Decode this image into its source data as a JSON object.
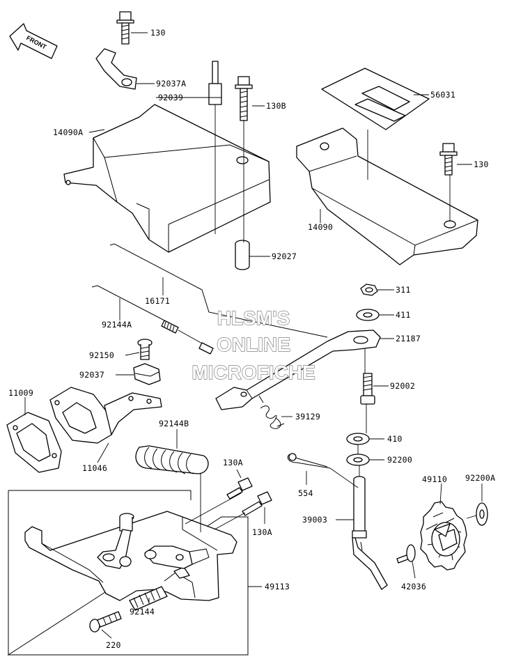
{
  "watermark": {
    "line1": "HLSM'S",
    "line2": "ONLINE",
    "line3": "MICROFICHE"
  },
  "front_arrow_text": "FRONT",
  "callouts": {
    "p130_top": "130",
    "p92037A": "92037A",
    "p92039": "92039",
    "p130B": "130B",
    "p14090A": "14090A",
    "p56031": "56031",
    "p130_right": "130",
    "p14090": "14090",
    "p92027": "92027",
    "p16171": "16171",
    "p92144A": "92144A",
    "p311": "311",
    "p411": "411",
    "p21187": "21187",
    "p92150": "92150",
    "p92037": "92037",
    "p92002": "92002",
    "p11009": "11009",
    "p39129": "39129",
    "p92144B": "92144B",
    "p11046": "11046",
    "p410": "410",
    "p92200": "92200",
    "p130A_1": "130A",
    "p554": "554",
    "p49110": "49110",
    "p92200A": "92200A",
    "p130A_2": "130A",
    "p39003": "39003",
    "p49113": "49113",
    "p42036": "42036",
    "p92144": "92144",
    "p220": "220"
  }
}
